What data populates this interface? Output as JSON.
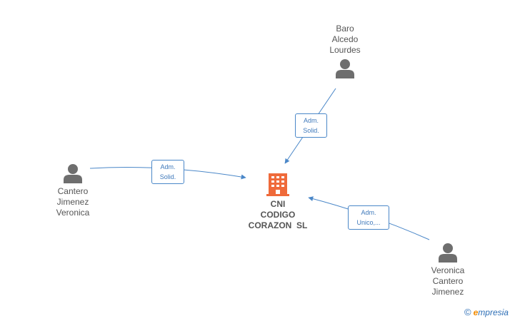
{
  "company": {
    "name_lines": [
      "CNI",
      "CODIGO",
      "CORAZON  SL"
    ],
    "icon": "building-icon",
    "color": "#ef6a3a"
  },
  "persons": [
    {
      "id": "baro",
      "name_lines": [
        "Baro",
        "Alcedo",
        "Lourdes"
      ],
      "icon": "person-icon"
    },
    {
      "id": "cantero",
      "name_lines": [
        "Cantero",
        "Jimenez",
        "Veronica"
      ],
      "icon": "person-icon"
    },
    {
      "id": "veronica",
      "name_lines": [
        "Veronica",
        "Cantero",
        "Jimenez"
      ],
      "icon": "person-icon"
    }
  ],
  "relations": [
    {
      "from": "baro",
      "label_lines": [
        "Adm.",
        "Solid."
      ]
    },
    {
      "from": "cantero",
      "label_lines": [
        "Adm.",
        "Solid."
      ]
    },
    {
      "from": "veronica",
      "label_lines": [
        "Adm.",
        "Unico,..."
      ]
    }
  ],
  "colors": {
    "edge": "#4a87c8",
    "person_icon": "#6e6e6e",
    "text": "#555555"
  },
  "brand": {
    "copyright_symbol": "©",
    "name_initial": "e",
    "name_rest": "mpresia"
  }
}
